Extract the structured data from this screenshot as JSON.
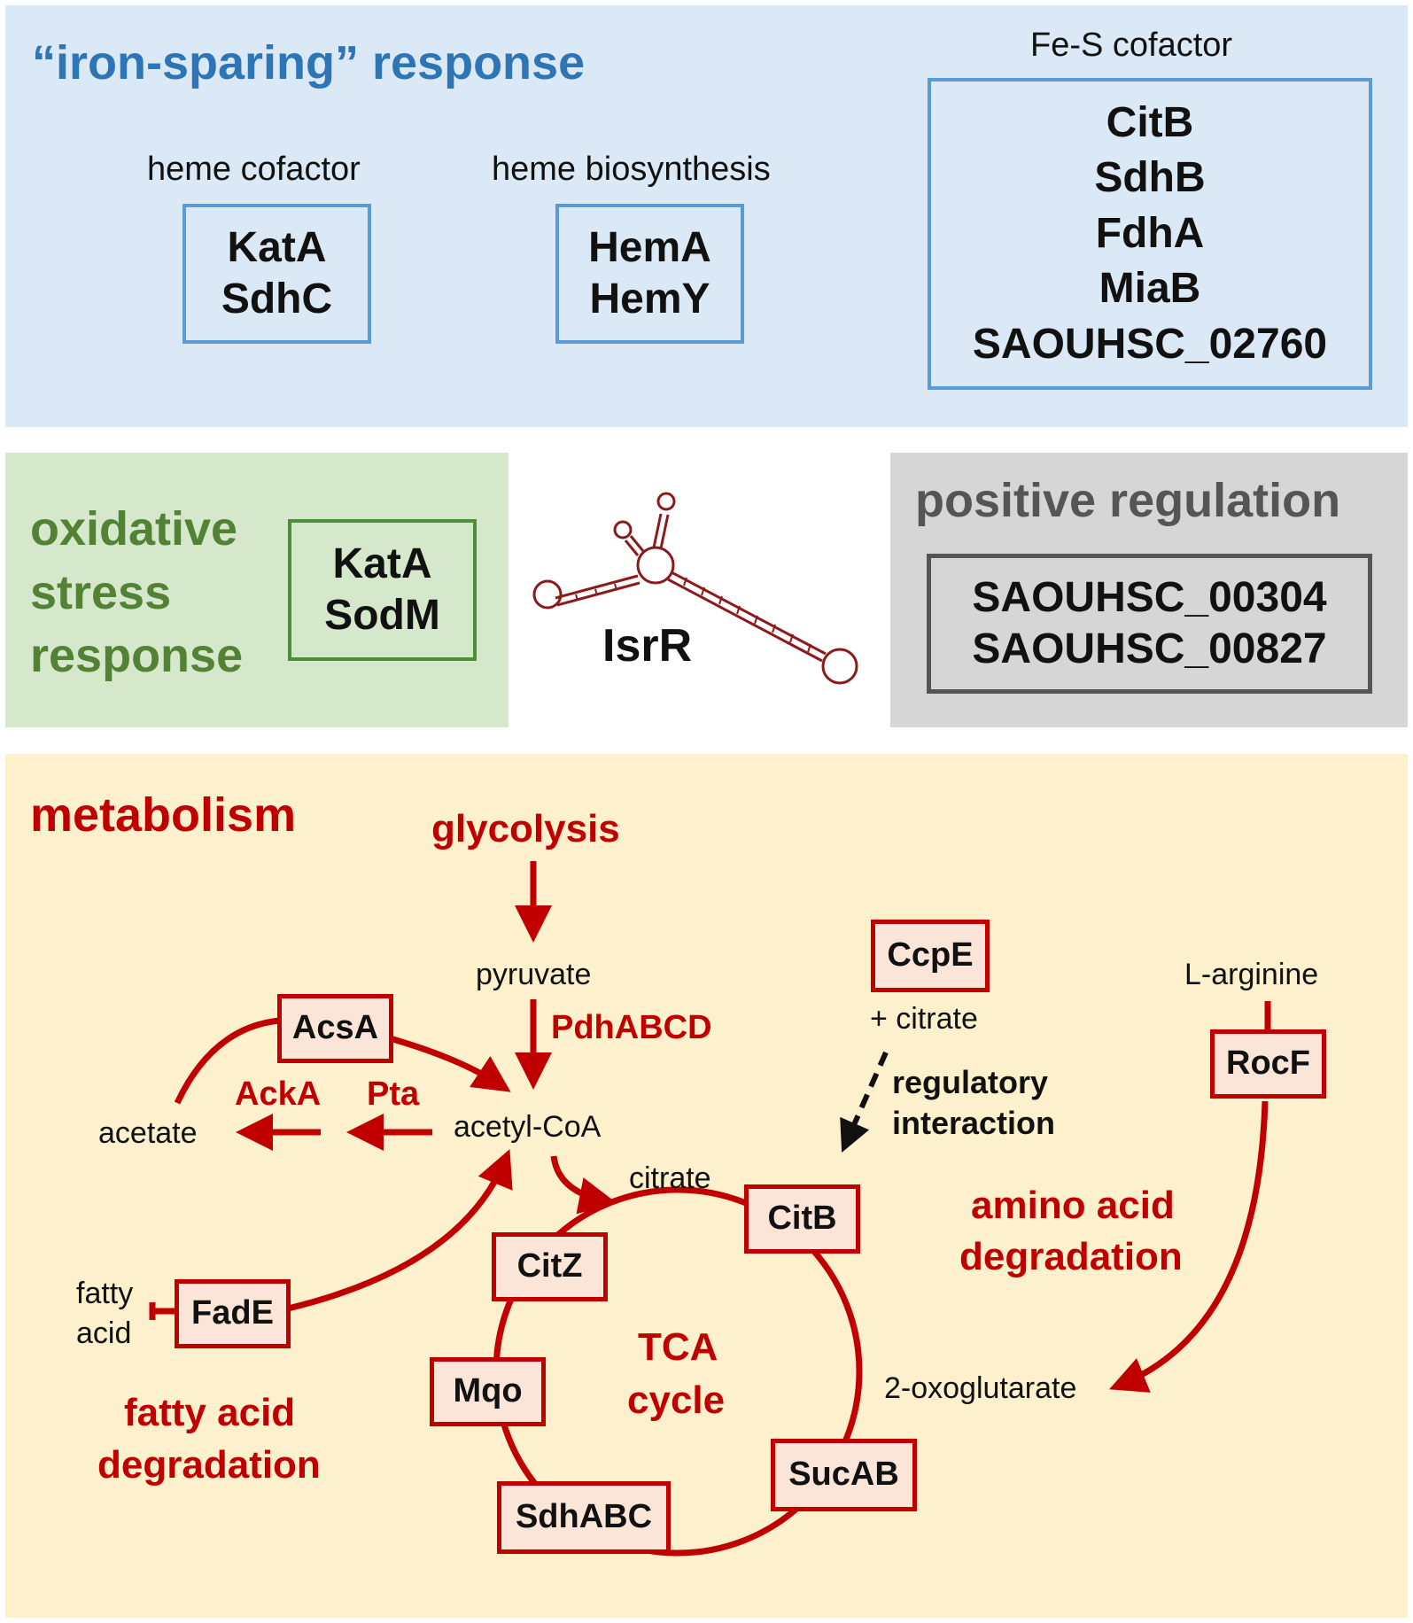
{
  "iron": {
    "title": "“iron-sparing” response",
    "heme_cofactor": {
      "label": "heme cofactor",
      "items": [
        "KatA",
        "SdhC"
      ]
    },
    "heme_biosynthesis": {
      "label": "heme biosynthesis",
      "items": [
        "HemA",
        "HemY"
      ]
    },
    "fes_cofactor": {
      "label": "Fe-S cofactor",
      "items": [
        "CitB",
        "SdhB",
        "FdhA",
        "MiaB",
        "SAOUHSC_02760"
      ]
    }
  },
  "oxidative": {
    "title_lines": [
      "oxidative",
      "stress",
      "response"
    ],
    "items": [
      "KatA",
      "SodM"
    ]
  },
  "isrr": {
    "label": "IsrR"
  },
  "positive": {
    "title": "positive regulation",
    "items": [
      "SAOUHSC_00304",
      "SAOUHSC_00827"
    ]
  },
  "metabolism": {
    "title": "metabolism",
    "glycolysis": "glycolysis",
    "pyruvate": "pyruvate",
    "pdh": "PdhABCD",
    "acetyl_coa": "acetyl-CoA",
    "acetate": "acetate",
    "acsa": "AcsA",
    "acka": "AckA",
    "pta": "Pta",
    "fatty_acid_lines": [
      "fatty",
      "acid"
    ],
    "fade": "FadE",
    "fatty_acid_degradation_lines": [
      "fatty acid",
      "degradation"
    ],
    "citrate": "citrate",
    "citb": "CitB",
    "citz": "CitZ",
    "mqo": "Mqo",
    "sdhabc": "SdhABC",
    "sucab": "SucAB",
    "tca_lines": [
      "TCA",
      "cycle"
    ],
    "ccpe": "CcpE",
    "plus_citrate": "+ citrate",
    "regulatory_lines": [
      "regulatory",
      "interaction"
    ],
    "l_arginine": "L-arginine",
    "rocf": "RocF",
    "amino_acid_degradation_lines": [
      "amino acid",
      "degradation"
    ],
    "oxoglutarate": "2-oxoglutarate"
  },
  "colors": {
    "iron_bg": "#dbe8f5",
    "iron_accent": "#2e75b6",
    "oxidative_bg": "#d5e8cc",
    "oxidative_accent": "#538135",
    "positive_bg": "#d6d6d6",
    "metabolism_bg": "#fdf0cc",
    "metabolism_accent": "#c00000"
  }
}
